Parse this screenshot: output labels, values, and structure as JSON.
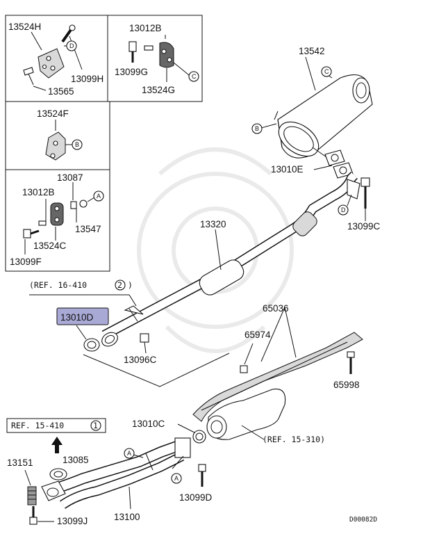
{
  "labels": {
    "p13524H": "13524H",
    "p13099H": "13099H",
    "p13565": "13565",
    "p13012B_top": "13012B",
    "p13099G": "13099G",
    "p13524G": "13524G",
    "p13524F": "13524F",
    "p13087": "13087",
    "p13012B_mid": "13012B",
    "p13547": "13547",
    "p13524C": "13524C",
    "p13099F": "13099F",
    "p13542": "13542",
    "p13010E": "13010E",
    "p13099C": "13099C",
    "p13320": "13320",
    "p13010D": "13010D",
    "p13096C": "13096C",
    "p65036": "65036",
    "p65974": "65974",
    "p65998": "65998",
    "p13010C": "13010C",
    "p13151": "13151",
    "p13085": "13085",
    "p13100": "13100",
    "p13099D": "13099D",
    "p13099J": "13099J"
  },
  "refs": {
    "ref_16_410_text": "(REF. 16-410",
    "ref_16_410_num": "2",
    "ref_16_410_close": ")",
    "ref_15_410_text": "REF. 15-410",
    "ref_15_410_num": "1",
    "ref_15_310": "(REF. 15-310)"
  },
  "callouts": {
    "A": "A",
    "B": "B",
    "C": "C",
    "D": "D"
  },
  "diagram_code": "D00082D",
  "colors": {
    "highlight_fill": "#a9a9d6",
    "line": "#111111"
  }
}
